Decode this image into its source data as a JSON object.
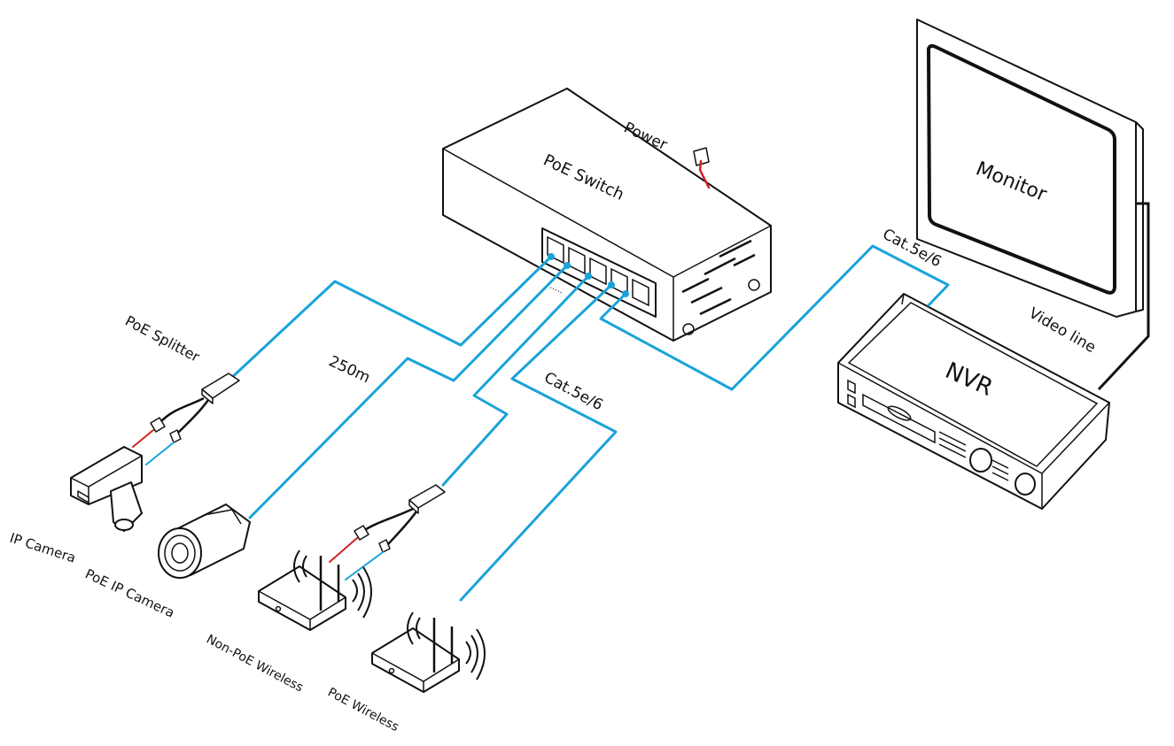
{
  "colors": {
    "cable": "#1aa3d9",
    "power_wire": "#d32020",
    "outline": "#111111",
    "background": "#ffffff"
  },
  "labels": {
    "power": "Power",
    "poe_switch": "PoE Switch",
    "monitor": "Monitor",
    "nvr": "NVR",
    "cat_nvr": "Cat.5e/6",
    "video_line": "Video line",
    "poe_splitter": "PoE Splitter",
    "distance": "250m",
    "cat_main": "Cat.5e/6",
    "ip_camera": "IP Camera",
    "poe_ip_camera": "PoE IP Camera",
    "non_poe_wireless": "Non-PoE Wireless",
    "poe_wireless": "PoE Wireless",
    "port_dots": "....."
  }
}
